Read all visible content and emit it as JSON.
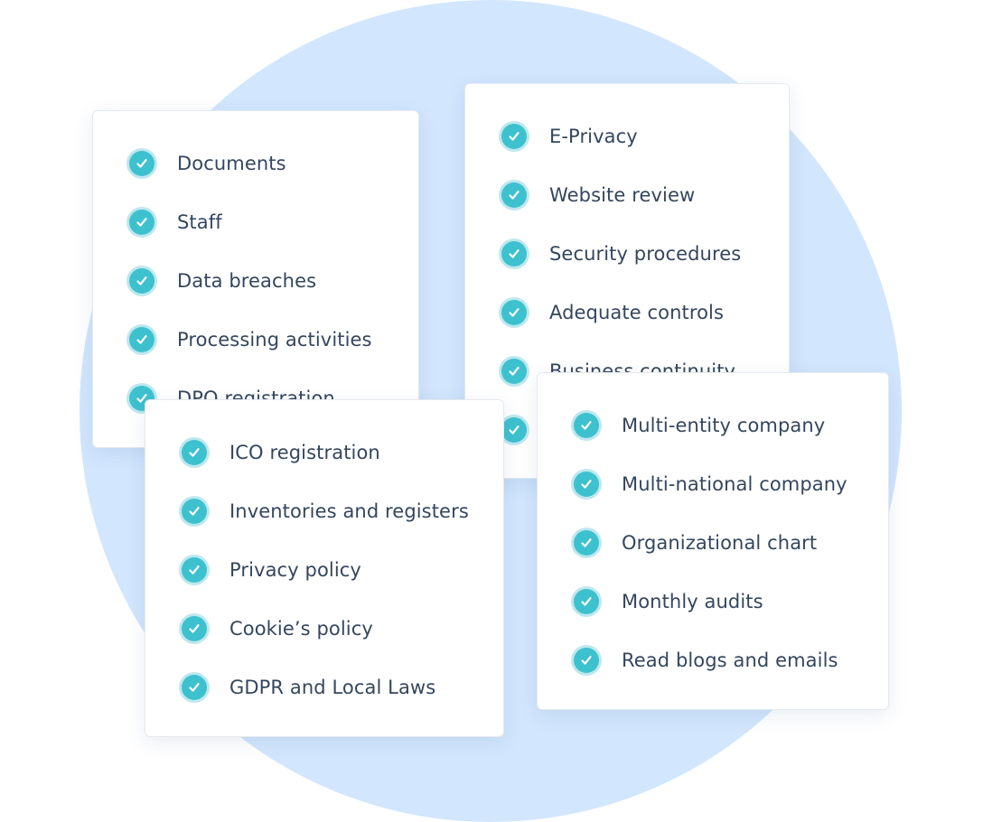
{
  "colors": {
    "background_circle": "#d2e6fd",
    "check_fill": "#3ec1cf",
    "check_halo": "#bde8ee",
    "text": "#34465e"
  },
  "cards": [
    {
      "items": [
        {
          "label": "Documents",
          "icon": "check-icon"
        },
        {
          "label": "Staff",
          "icon": "check-icon"
        },
        {
          "label": "Data breaches",
          "icon": "check-icon"
        },
        {
          "label": "Processing activities",
          "icon": "check-icon"
        },
        {
          "label": "DPO registration",
          "icon": "check-icon"
        }
      ]
    },
    {
      "items": [
        {
          "label": "E-Privacy",
          "icon": "check-icon"
        },
        {
          "label": "Website review",
          "icon": "check-icon"
        },
        {
          "label": "Security procedures",
          "icon": "check-icon"
        },
        {
          "label": "Adequate controls",
          "icon": "check-icon"
        },
        {
          "label": "Business continuity",
          "icon": "check-icon"
        },
        {
          "label": "",
          "icon": "check-icon"
        }
      ]
    },
    {
      "items": [
        {
          "label": "ICO registration",
          "icon": "check-icon"
        },
        {
          "label": "Inventories and registers",
          "icon": "check-icon"
        },
        {
          "label": "Privacy policy",
          "icon": "check-icon"
        },
        {
          "label": "Cookie’s policy",
          "icon": "check-icon"
        },
        {
          "label": "GDPR and Local Laws",
          "icon": "check-icon"
        }
      ]
    },
    {
      "items": [
        {
          "label": "Multi-entity company",
          "icon": "check-icon"
        },
        {
          "label": "Multi-national company",
          "icon": "check-icon"
        },
        {
          "label": "Organizational chart",
          "icon": "check-icon"
        },
        {
          "label": "Monthly audits",
          "icon": "check-icon"
        },
        {
          "label": "Read blogs and emails",
          "icon": "check-icon"
        }
      ]
    }
  ]
}
